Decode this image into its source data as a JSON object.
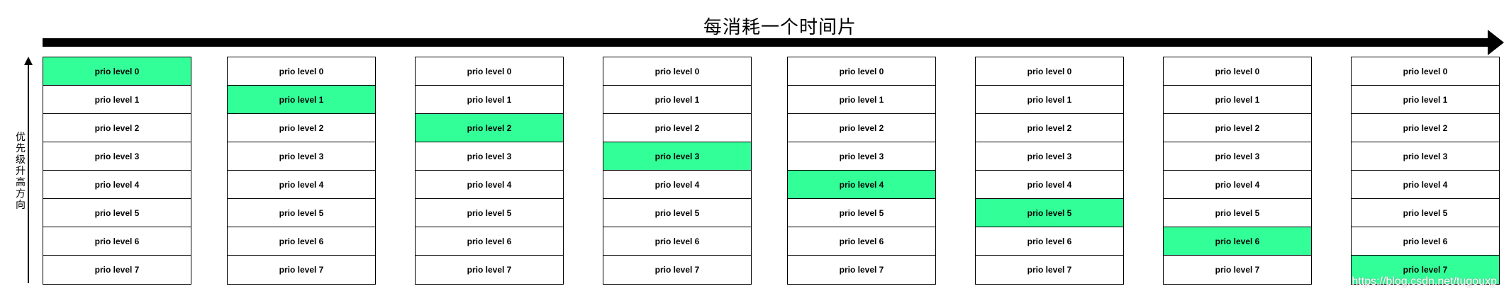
{
  "title": "每消耗一个时间片",
  "side_label": "优先级升高方向",
  "watermark": "https://blog.csdn.net/tugouxp",
  "active_color": "#33ff99",
  "columns": [
    {
      "active_index": 0,
      "cells": [
        "prio level 0",
        "prio level 1",
        "prio level 2",
        "prio level 3",
        "prio level 4",
        "prio level 5",
        "prio level 6",
        "prio level 7"
      ]
    },
    {
      "active_index": 1,
      "cells": [
        "prio level 0",
        "prio level 1",
        "prio level 2",
        "prio level 3",
        "prio level 4",
        "prio level 5",
        "prio level 6",
        "prio level 7"
      ]
    },
    {
      "active_index": 2,
      "cells": [
        "prio level 0",
        "prio level 1",
        "prio level 2",
        "prio level 3",
        "prio level 4",
        "prio level 5",
        "prio level 6",
        "prio level 7"
      ]
    },
    {
      "active_index": 3,
      "cells": [
        "prio level 0",
        "prio level 1",
        "prio level 2",
        "prio level 3",
        "prio level 4",
        "prio level 5",
        "prio level 6",
        "prio level 7"
      ]
    },
    {
      "active_index": 4,
      "cells": [
        "prio level 0",
        "prio level 1",
        "prio level 2",
        "prio level 3",
        "prio level 4",
        "prio level 5",
        "prio level 6",
        "prio level 7"
      ]
    },
    {
      "active_index": 5,
      "cells": [
        "prio level 0",
        "prio level 1",
        "prio level 2",
        "prio level 3",
        "prio level 4",
        "prio level 5",
        "prio level 6",
        "prio level 7"
      ]
    },
    {
      "active_index": 6,
      "cells": [
        "prio level 0",
        "prio level 1",
        "prio level 2",
        "prio level 3",
        "prio level 4",
        "prio level 5",
        "prio level 6",
        "prio level 7"
      ]
    },
    {
      "active_index": 7,
      "cells": [
        "prio level 0",
        "prio level 1",
        "prio level 2",
        "prio level 3",
        "prio level 4",
        "prio level 5",
        "prio level 6",
        "prio level 7"
      ]
    }
  ]
}
